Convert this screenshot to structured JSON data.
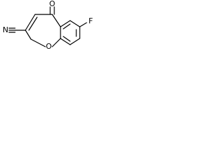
{
  "molecule": {
    "atoms": {
      "carbonyl_oxygen": "O",
      "ring_oxygen": "O",
      "nitrile_nitrogen": "N",
      "fluorine": "F"
    },
    "bond_color": "#000000",
    "background": "#ffffff"
  }
}
